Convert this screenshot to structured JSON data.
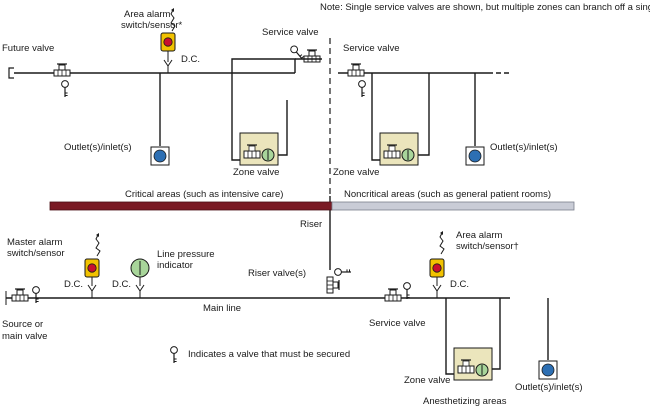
{
  "note": "Note: Single service valves are shown, but multiple zones can branch off a single service valve.",
  "labels": {
    "future_valve": "Future valve",
    "area_alarm_top_1": "Area alarm",
    "area_alarm_top_2": "switch/sensor*",
    "dc": "D.C.",
    "service_valve": "Service valve",
    "outlets": "Outlet(s)/inlet(s)",
    "zone_valve": "Zone valve",
    "critical": "Critical areas (such as intensive care)",
    "noncritical": "Noncritical areas (such as general patient rooms)",
    "riser": "Riser",
    "master_alarm_1": "Master alarm",
    "master_alarm_2": "switch/sensor",
    "line_pressure_1": "Line pressure",
    "line_pressure_2": "indicator",
    "riser_valves": "Riser valve(s)",
    "area_alarm_bot_1": "Area alarm",
    "area_alarm_bot_2": "switch/sensor†",
    "main_line": "Main line",
    "source_1": "Source or",
    "source_2": "main valve",
    "secured_legend": "Indicates a valve that must be secured",
    "anesthetizing": "Anesthetizing areas"
  },
  "colors": {
    "critical_band": "#7a1a24",
    "noncritical_band": "#c9ccd6",
    "alarm_body": "#f2c200",
    "alarm_light": "#c8102e",
    "indicator_fill": "#a8d59a",
    "outlet_fill": "#2d6fb3",
    "zone_box_fill": "#ebe5bc"
  },
  "icons": {
    "valve": "valve-icon",
    "key": "key-icon",
    "alarm": "alarm-sensor-icon",
    "indicator": "pressure-indicator-icon",
    "outlet": "outlet-icon",
    "zone_box": "zone-valve-box-icon"
  }
}
